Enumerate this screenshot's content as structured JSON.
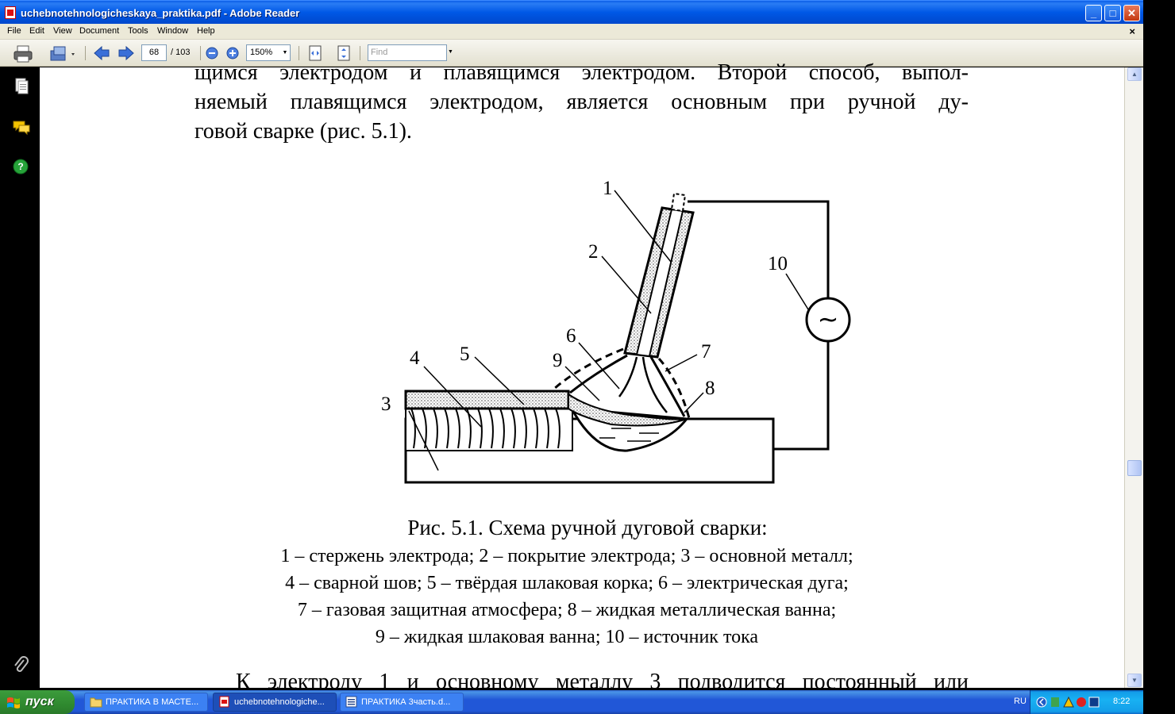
{
  "window": {
    "title": "uchebnotehnologicheskaya_praktika.pdf - Adobe Reader",
    "minimize": "_",
    "maximize": "□",
    "close": "✕"
  },
  "menu": [
    "File",
    "Edit",
    "View",
    "Document",
    "Tools",
    "Window",
    "Help"
  ],
  "menu_close": "×",
  "toolbar": {
    "page_current": "68",
    "page_total": "/ 103",
    "zoom": "150%",
    "find_placeholder": "Find",
    "icons": [
      "print-icon",
      "email-icon",
      "prev-page-icon",
      "next-page-icon",
      "zoom-out-icon",
      "zoom-in-icon",
      "fit-page-icon",
      "fit-width-icon"
    ]
  },
  "leftnav": {
    "icons": [
      "pages-icon",
      "comments-icon",
      "help-icon",
      "attachment-icon"
    ]
  },
  "document": {
    "top_lines": [
      "щимся электродом и плавящимся электродом. Второй способ, выпол-",
      "няемый плавящимся электродом, является основным при ручной ду-",
      "говой сварке (рис. 5.1)."
    ],
    "figure": {
      "labels": [
        "1",
        "2",
        "3",
        "4",
        "5",
        "6",
        "7",
        "8",
        "9",
        "10"
      ],
      "source_symbol": "~"
    },
    "caption_title": "Рис. 5.1. Схема ручной дуговой сварки:",
    "caption_lines": [
      "1 – стержень электрода; 2 – покрытие электрода; 3 – основной металл;",
      "4 – сварной шов; 5 – твёрдая шлаковая корка; 6 – электрическая дуга;",
      "7 – газовая защитная атмосфера; 8 – жидкая металлическая ванна;",
      "9 – жидкая шлаковая ванна; 10 – источник тока"
    ],
    "bottom_line": "К электроду 1 и основному металлу 3 подводится постоянный или"
  },
  "taskbar": {
    "start": "пуск",
    "tasks": [
      {
        "label": "ПРАКТИКА В МАСТЕ...",
        "icon": "folder-icon"
      },
      {
        "label": "uchebnotehnologiche...",
        "icon": "pdf-icon"
      },
      {
        "label": "ПРАКТИКА 3часть.d...",
        "icon": "word-icon"
      }
    ],
    "lang": "RU",
    "clock": "8:22"
  },
  "colors": {
    "titlebar": "#0058e6",
    "taskbar": "#2157d7",
    "start": "#3c9c3c"
  }
}
